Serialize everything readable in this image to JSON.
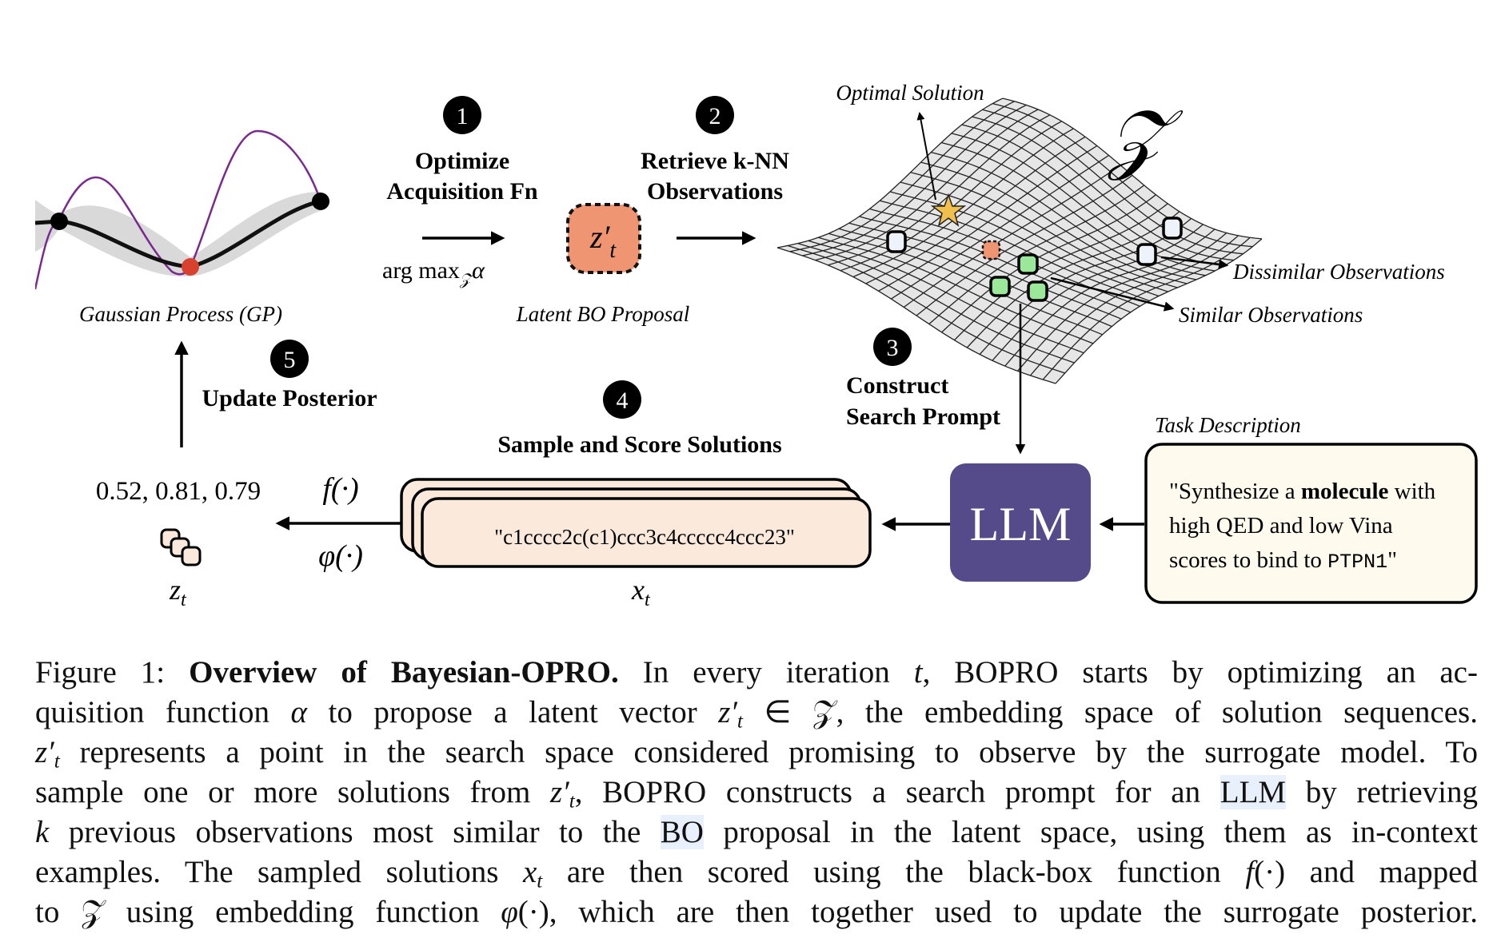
{
  "colors": {
    "llm_box": "#554a8a",
    "proposal": "#ef9572",
    "similar": "#9be89a",
    "dissimilar": "#eef2fb",
    "card": "#fbeadb",
    "task_box": "#fefbee",
    "purple_curve": "#7a2a8f",
    "star": "#f0bf4c",
    "red_point": "#d9412f"
  },
  "gp": {
    "label": "Gaussian Process (GP)"
  },
  "steps": [
    {
      "num": "1",
      "line1": "Optimize",
      "line2": "Acquisition Fn"
    },
    {
      "num": "2",
      "line1": "Retrieve k-NN",
      "line2": "Observations"
    },
    {
      "num": "3",
      "line1": "Construct",
      "line2": "Search Prompt"
    },
    {
      "num": "4",
      "line1": "Sample and Score Solutions"
    },
    {
      "num": "5",
      "line1": "Update Posterior"
    }
  ],
  "argmax": {
    "text": "arg max",
    "sub": "𝒵",
    "alpha": "α"
  },
  "proposal": {
    "symbol": "z′",
    "sub": "t",
    "label": "Latent BO Proposal"
  },
  "space": {
    "symbol": "𝒵",
    "optimal": "Optimal Solution",
    "dissimilar": "Dissimilar Observations",
    "similar": "Similar Observations"
  },
  "llm": {
    "label": "LLM"
  },
  "task": {
    "label": "Task Description",
    "line1a": "\"Synthesize a ",
    "line1b": "molecule",
    "line1c": " with",
    "line2": "high QED and low Vina",
    "line3a": "scores to bind to ",
    "line3b": "PTPN1",
    "line3c": "\""
  },
  "solution": {
    "text": "\"c1cccc2c(c1)ccc3c4ccccc4ccc23\"",
    "x": "x",
    "xsub": "t"
  },
  "scores": {
    "values": "0.52, 0.81, 0.79",
    "f": "f(·)",
    "phi": "φ(·)",
    "z": "z",
    "zsub": "t"
  },
  "caption": {
    "l1": [
      "Figure 1: ",
      "Overview of Bayesian-OPRO.",
      " In every iteration ",
      "t",
      ", BOPRO starts by optimizing an ac-"
    ],
    "l2": [
      "quisition function ",
      "α",
      " to propose a latent vector ",
      "z′",
      "t",
      " ∈ 𝒵, the embedding space of solution sequences."
    ],
    "l3": [
      "z′",
      "t",
      " represents a point in the search space considered promising to observe by the surrogate model. To"
    ],
    "l4": [
      "sample one or more solutions from ",
      "z′",
      "t",
      ", BOPRO constructs a search prompt for an ",
      "LLM",
      " by retrieving"
    ],
    "l5": [
      "k",
      " previous observations most similar to the ",
      "BO",
      " proposal in the latent space, using them as in-context"
    ],
    "l6": [
      "examples. The sampled solutions ",
      "x",
      "t",
      " are then scored using the black-box function ",
      "f",
      "(·) and mapped"
    ],
    "l7": [
      "to 𝒵 using embedding function ",
      "φ",
      "(·), which are then together used to update the surrogate posterior."
    ]
  }
}
